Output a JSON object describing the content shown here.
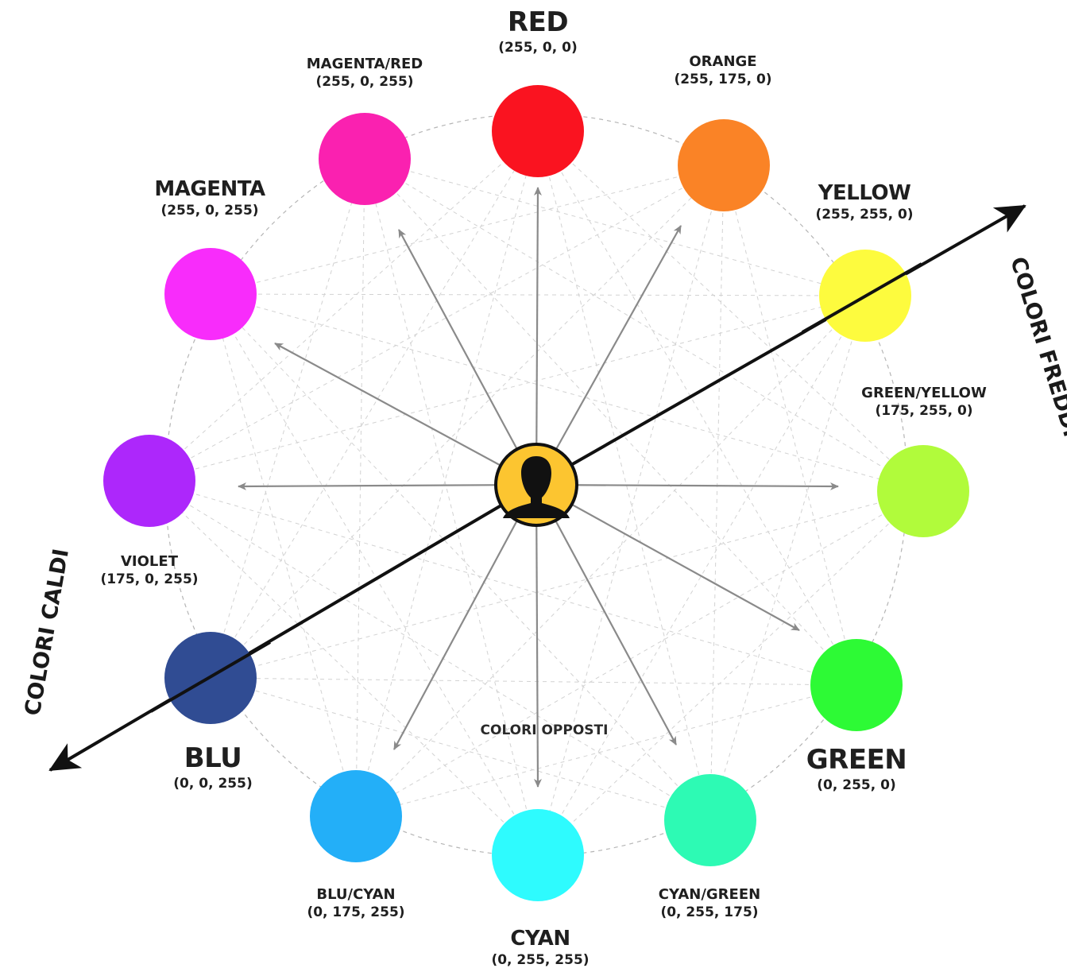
{
  "colors": [
    {
      "key": "red",
      "name": "RED",
      "rgb": "(255, 0, 0)",
      "hex": "#fa1320"
    },
    {
      "key": "orange",
      "name": "ORANGE",
      "rgb": "(255, 175, 0)",
      "hex": "#fa8326"
    },
    {
      "key": "yellow",
      "name": "YELLOW",
      "rgb": "(255, 255, 0)",
      "hex": "#fdfb3e"
    },
    {
      "key": "green-yellow",
      "name": "GREEN/YELLOW",
      "rgb": "(175, 255, 0)",
      "hex": "#b1fb3b"
    },
    {
      "key": "green",
      "name": "GREEN",
      "rgb": "(0, 255, 0)",
      "hex": "#2dfa35"
    },
    {
      "key": "cyan-green",
      "name": "CYAN/GREEN",
      "rgb": "(0, 255, 175)",
      "hex": "#2dfab4"
    },
    {
      "key": "cyan",
      "name": "CYAN",
      "rgb": "(0, 255, 255)",
      "hex": "#2efbfe"
    },
    {
      "key": "blu-cyan",
      "name": "BLU/CYAN",
      "rgb": "(0, 175, 255)",
      "hex": "#23aff8"
    },
    {
      "key": "blu",
      "name": "BLU",
      "rgb": "(0, 0, 255)",
      "hex": "#304c93"
    },
    {
      "key": "violet",
      "name": "VIOLET",
      "rgb": "(175, 0, 255)",
      "hex": "#ad27fb"
    },
    {
      "key": "magenta",
      "name": "MAGENTA",
      "rgb": "(255, 0, 255)",
      "hex": "#f82cfb"
    },
    {
      "key": "magenta-red",
      "name": "MAGENTA/RED",
      "rgb": "(255, 0, 255)",
      "hex": "#fa21b0"
    }
  ],
  "axis": {
    "warm_label": "COLORI CALDI",
    "cool_label": "COLORI FREDDI"
  },
  "center": {
    "label": "COLORI OPPOSTI",
    "icon": "person-icon",
    "icon_bg": "#fcc530"
  }
}
